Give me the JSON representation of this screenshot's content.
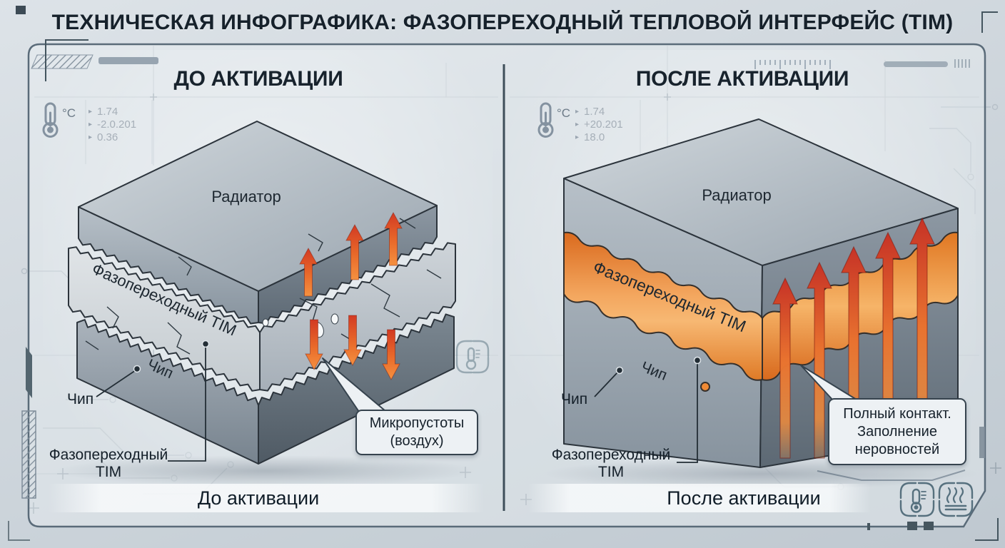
{
  "title": "ТЕХНИЧЕСКАЯ ИНФОГРАФИКА: ФАЗОПЕРЕХОДНЫЙ ТЕПЛОВОЙ ИНТЕРФЕЙС (TIM)",
  "panels": {
    "before": {
      "header": "ДО АКТИВАЦИИ",
      "caption": "До активации",
      "thermo": {
        "unit": "°C",
        "bullet": "▸",
        "values": [
          "1.74",
          "-2.0.201",
          "0.36"
        ]
      },
      "faces": {
        "radiator": "Радиатор",
        "tim": "Фазопереходный TIM",
        "chip": "Чип"
      },
      "labels": {
        "chip": "Чип",
        "tim1": "Фазопереходный",
        "tim2": "TIM"
      },
      "callout": {
        "line1": "Микропустоты",
        "line2": "(воздух)"
      }
    },
    "after": {
      "header": "ПОСЛЕ АКТИВАЦИИ",
      "caption": "После активации",
      "thermo": {
        "unit": "°C",
        "bullet": "▸",
        "values": [
          "1.74",
          "+20.201",
          "18.0"
        ]
      },
      "faces": {
        "radiator": "Радиатор",
        "tim": "Фазопереходный TIM",
        "chip": "Чип"
      },
      "labels": {
        "chip": "Чип",
        "tim1": "Фазопереходный",
        "tim2": "TIM"
      },
      "callout": {
        "line1": "Полный контакт.",
        "line2": "Заполнение",
        "line3": "неровностей"
      }
    }
  },
  "icons": [
    "thermometer-icon",
    "heat-icon",
    "arrow-up-icon",
    "arrow-down-icon"
  ],
  "colors": {
    "background": "#ccd4da",
    "ink": "#1b252e",
    "slate": "#5c6e7c",
    "tim_orange": "#e8762a",
    "arrow_red": "#d13b24"
  }
}
